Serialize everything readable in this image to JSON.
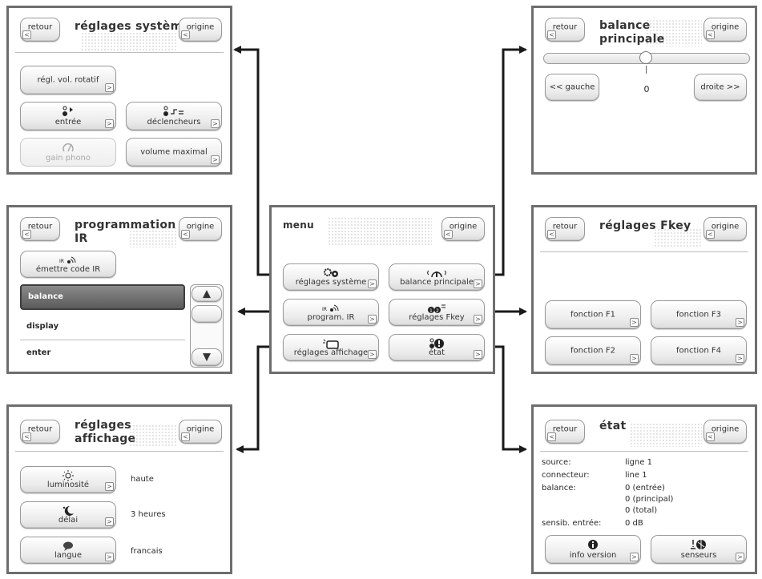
{
  "common": {
    "back": "retour",
    "origin": "origine"
  },
  "system": {
    "title": "réglages système",
    "rotary": "régl. vol. rotatif",
    "input": "entrée",
    "triggers": "déclencheurs",
    "phono_gain": "gain phono",
    "max_volume": "volume maximal"
  },
  "balance": {
    "title_line1": "balance",
    "title_line2": "principale",
    "left": "<< gauche",
    "right": "droite >>",
    "value": "0",
    "level": 0.5
  },
  "ir": {
    "title_line1": "programmation",
    "title_line2": "IR",
    "emit": "émettre code IR",
    "items": [
      "balance",
      "display",
      "enter"
    ],
    "up": "▲",
    "down": "▼"
  },
  "menu": {
    "title": "menu",
    "system": "réglages système",
    "balance": "balance principale",
    "ir": "program. IR",
    "fkey": "réglages Fkey",
    "display": "réglages affichage",
    "state": "état"
  },
  "fkey": {
    "title": "réglages Fkey",
    "f1": "fonction F1",
    "f2": "fonction F2",
    "f3": "fonction F3",
    "f4": "fonction F4"
  },
  "display": {
    "title_line1": "réglages",
    "title_line2": "affichage",
    "brightness": "luminosité",
    "brightness_value": "haute",
    "delay": "délai",
    "delay_value": "3 heures",
    "language": "langue",
    "language_value": "francais"
  },
  "state": {
    "title": "état",
    "source_label": "source:",
    "source_value": "ligne 1",
    "connector_label": "connecteur:",
    "connector_value": "line 1",
    "balance_label": "balance:",
    "balance_v1": "0 (entrée)",
    "balance_v2": "0 (principal)",
    "balance_v3": "0 (total)",
    "sensitivity_label": "sensib. entrée:",
    "sensitivity_value": "0 dB",
    "version": "info version",
    "sensors": "senseurs"
  },
  "icons": {
    "chevron": "chevron-right-icon",
    "back_chevron": "chevron-left-icon",
    "gear": "gear-icon",
    "ir": "ir-signal-icon",
    "info": "info-icon",
    "sun": "sun-icon",
    "moon": "moon-icon",
    "speech": "speech-bubble-icon"
  },
  "colors": {
    "frame": "#6e6e6e",
    "arrow": "#1a1a1a",
    "selected": "#6a6a6a"
  }
}
